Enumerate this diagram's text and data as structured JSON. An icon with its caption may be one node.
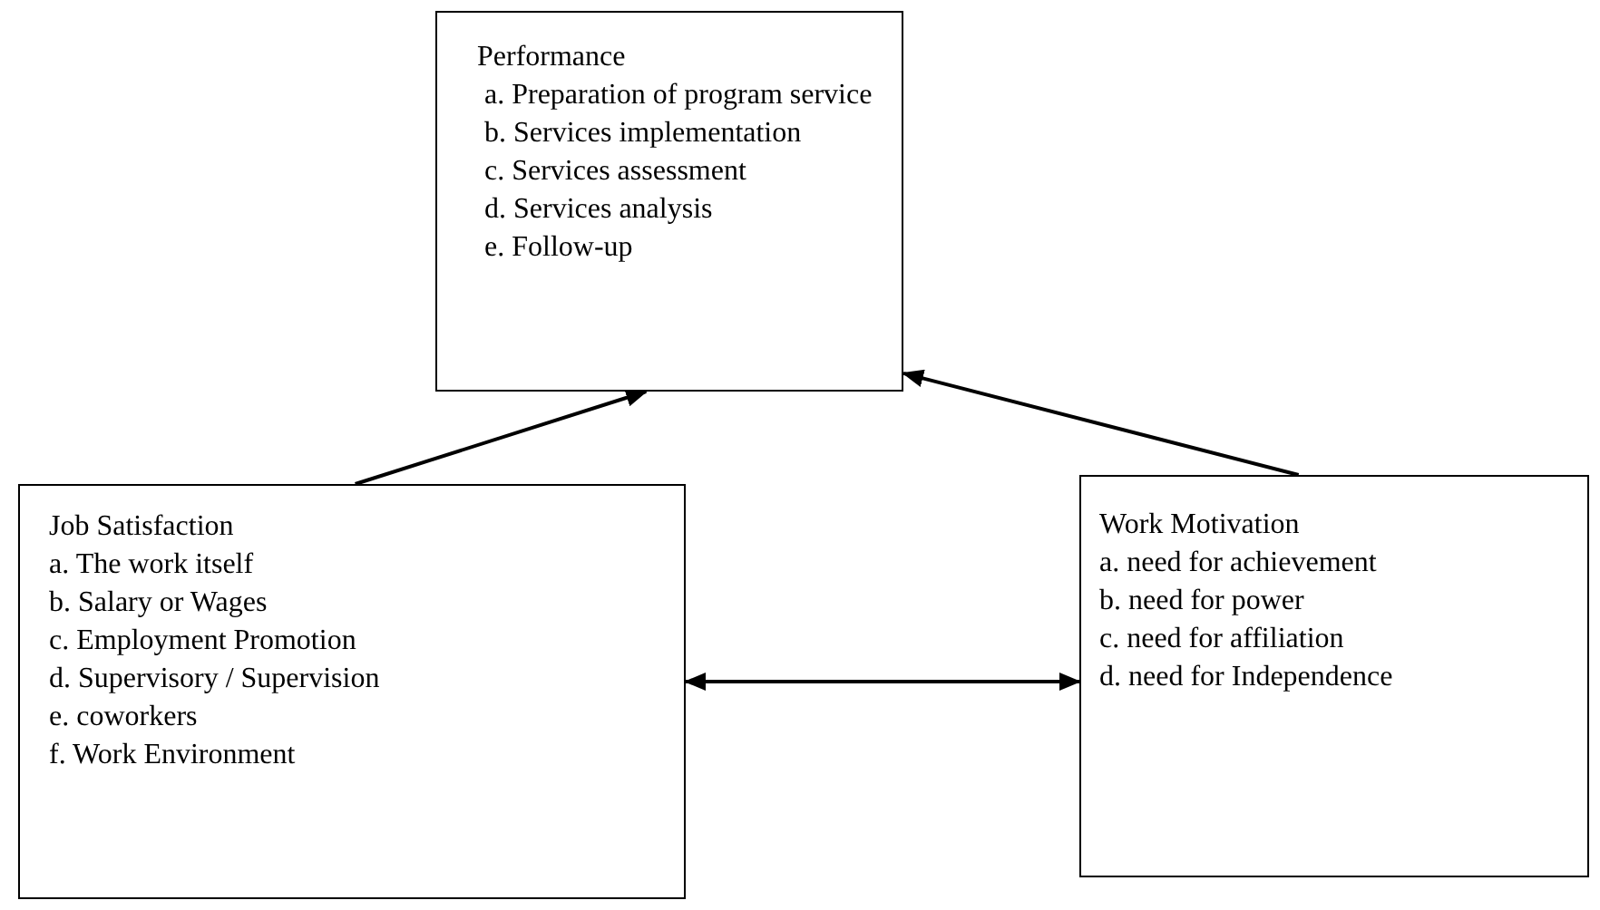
{
  "diagram": {
    "nodes": [
      {
        "text": [
          "Performance",
          "a. Preparation of program service",
          "b. Services implementation",
          "c. Services assessment",
          "d. Services analysis",
          "e. Follow-up"
        ]
      },
      {
        "text": [
          "Job Satisfaction",
          "a. The work itself",
          "b. Salary or Wages",
          "c. Employment Promotion",
          "d. Supervisory / Supervision",
          "e. coworkers",
          "f. Work Environment"
        ]
      },
      {
        "text": [
          "Work Motivation",
          "a. need for achievement",
          "b. need for power",
          "c. need for affiliation",
          "d. need for Independence"
        ]
      }
    ],
    "edges": [
      {
        "from": 1,
        "to": 0,
        "arrow": "to"
      },
      {
        "from": 2,
        "to": 0,
        "arrow": "to"
      },
      {
        "from": 1,
        "to": 2,
        "arrow": "both"
      }
    ]
  }
}
